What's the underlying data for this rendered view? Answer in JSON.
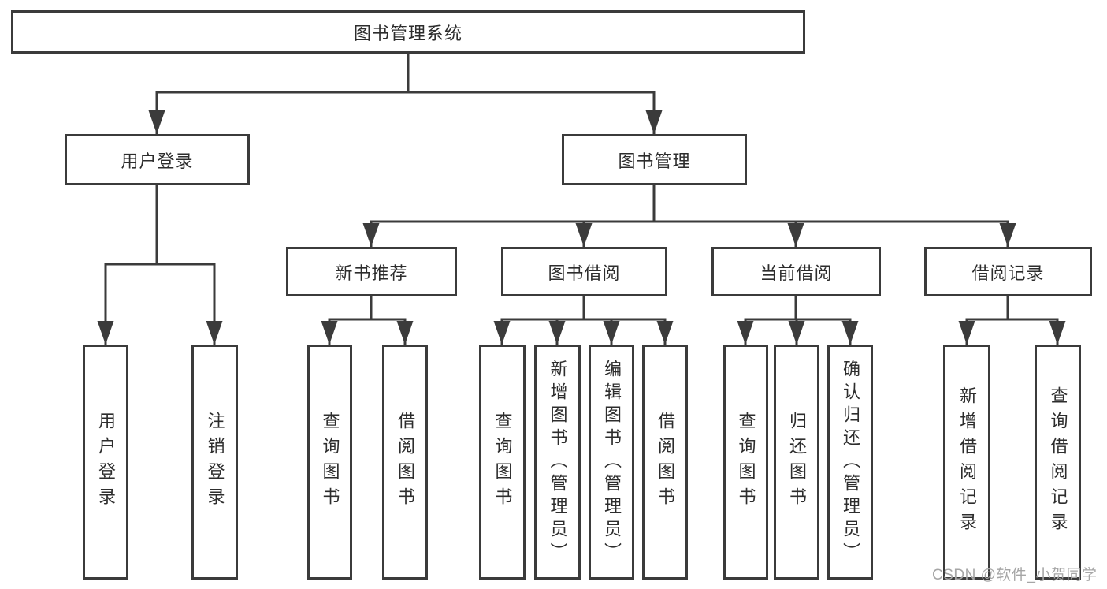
{
  "diagram": {
    "root": {
      "label": "图书管理系统"
    },
    "level2": [
      {
        "label": "用户登录"
      },
      {
        "label": "图书管理"
      }
    ],
    "level3": [
      {
        "label": "新书推荐"
      },
      {
        "label": "图书借阅"
      },
      {
        "label": "当前借阅"
      },
      {
        "label": "借阅记录"
      }
    ],
    "leaves": {
      "user_login": [
        {
          "label": "用户登录"
        },
        {
          "label": "注销登录"
        }
      ],
      "new_books": [
        {
          "label": "查询图书"
        },
        {
          "label": "借阅图书"
        }
      ],
      "book_borrow": [
        {
          "label": "查询图书"
        },
        {
          "label": "新增图书（管理员）"
        },
        {
          "label": "编辑图书（管理员）"
        },
        {
          "label": "借阅图书"
        }
      ],
      "current_borrow": [
        {
          "label": "查询图书"
        },
        {
          "label": "归还图书"
        },
        {
          "label": "确认归还（管理员）"
        }
      ],
      "borrow_records": [
        {
          "label": "新增借阅记录"
        },
        {
          "label": "查询借阅记录"
        }
      ]
    },
    "watermark": "CSDN @软件_小贺同学",
    "colors": {
      "line": "#3b3b3b",
      "box_border": "#3b3b3b",
      "text": "#2d2d2d",
      "watermark": "#a6a6a6",
      "background": "#ffffff"
    }
  }
}
